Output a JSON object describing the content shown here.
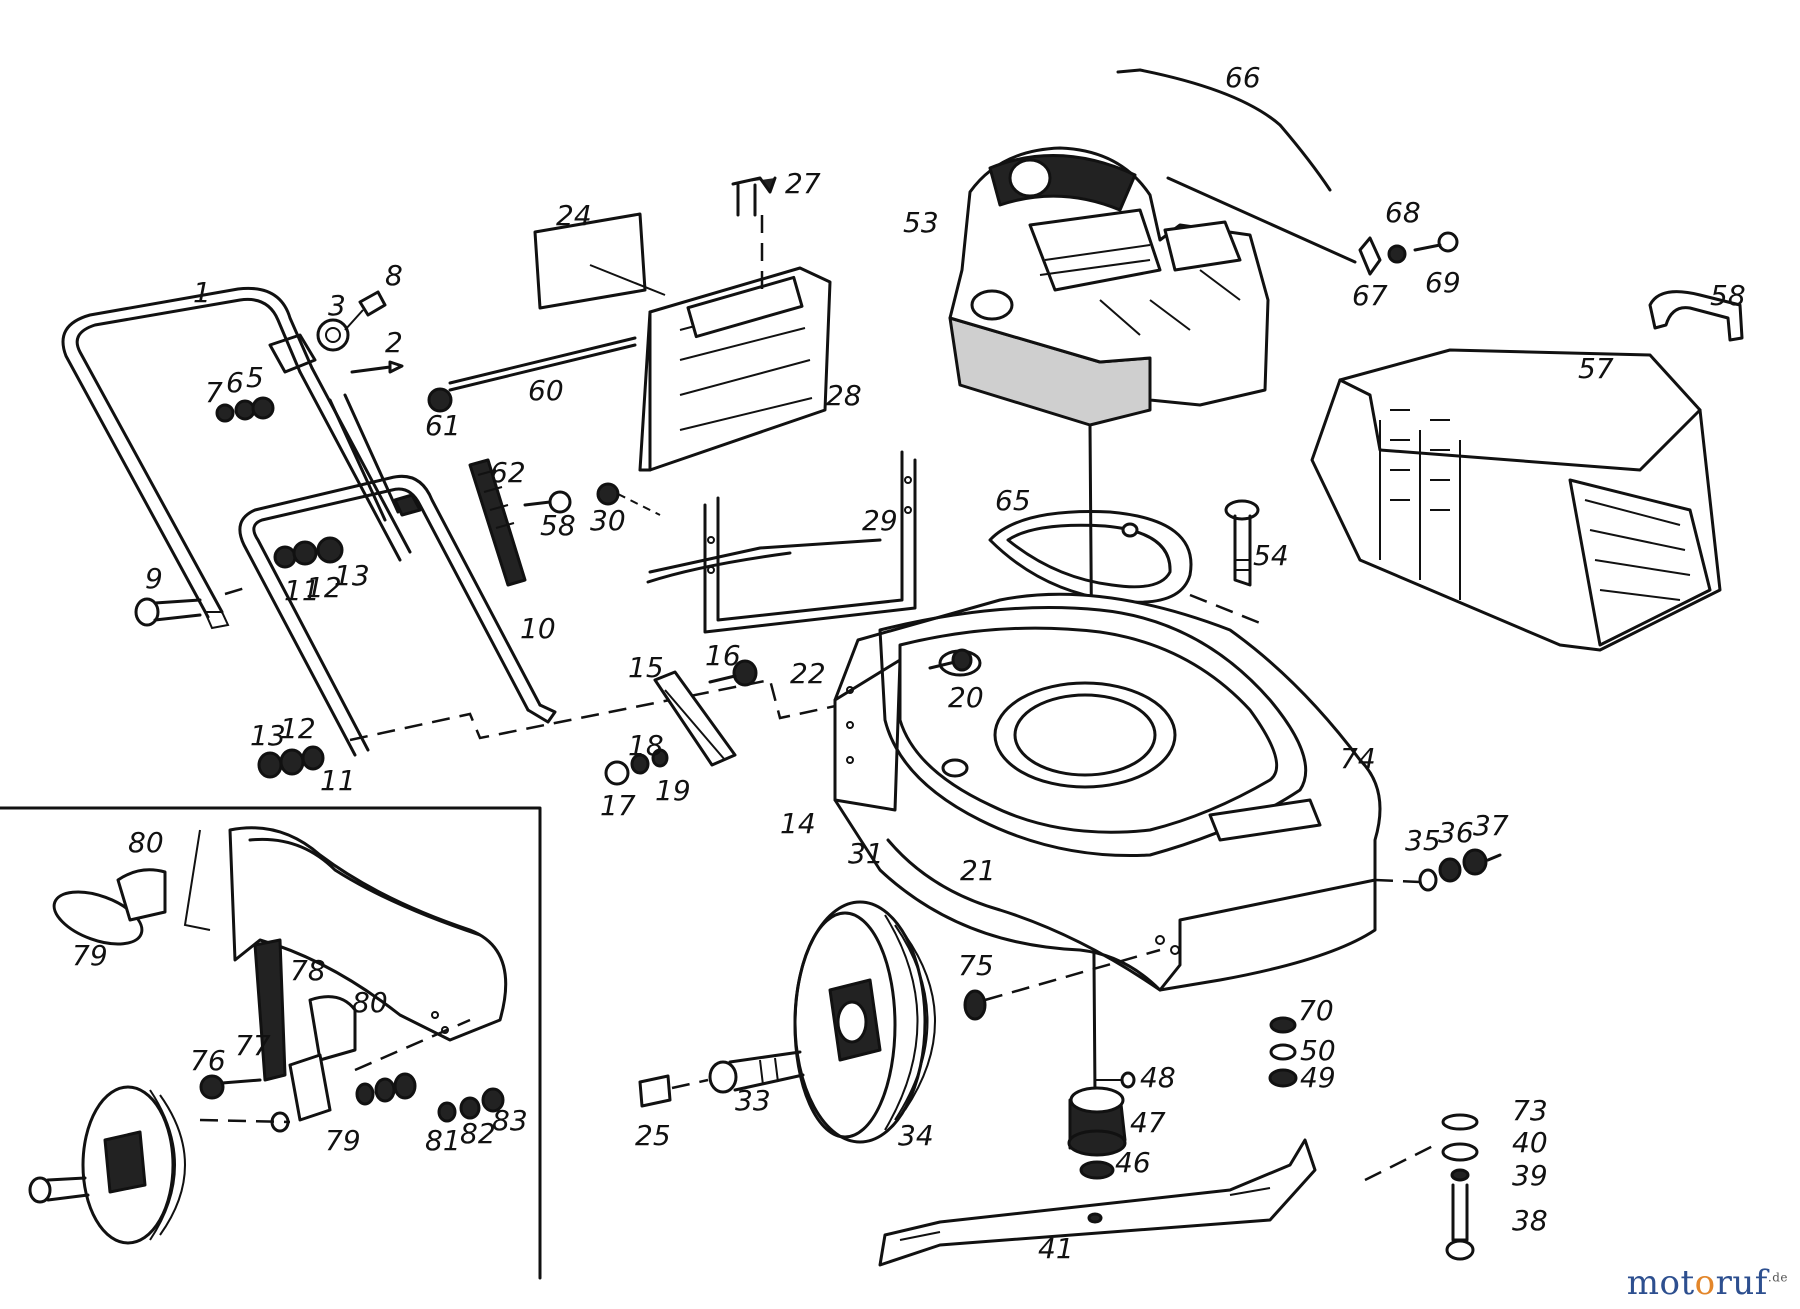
{
  "labels": [
    {
      "id": "1",
      "text": "1"
    },
    {
      "id": "2",
      "text": "2"
    },
    {
      "id": "3",
      "text": "3"
    },
    {
      "id": "5",
      "text": "5"
    },
    {
      "id": "6",
      "text": "6"
    },
    {
      "id": "7",
      "text": "7"
    },
    {
      "id": "8",
      "text": "8"
    },
    {
      "id": "9",
      "text": "9"
    },
    {
      "id": "10",
      "text": "10"
    },
    {
      "id": "11a",
      "text": "11"
    },
    {
      "id": "12a",
      "text": "12"
    },
    {
      "id": "13a",
      "text": "13"
    },
    {
      "id": "11b",
      "text": "11"
    },
    {
      "id": "12b",
      "text": "12"
    },
    {
      "id": "13b",
      "text": "13"
    },
    {
      "id": "14",
      "text": "14"
    },
    {
      "id": "15",
      "text": "15"
    },
    {
      "id": "16",
      "text": "16"
    },
    {
      "id": "17",
      "text": "17"
    },
    {
      "id": "18",
      "text": "18"
    },
    {
      "id": "19",
      "text": "19"
    },
    {
      "id": "20",
      "text": "20"
    },
    {
      "id": "21",
      "text": "21"
    },
    {
      "id": "22",
      "text": "22"
    },
    {
      "id": "24",
      "text": "24"
    },
    {
      "id": "25",
      "text": "25"
    },
    {
      "id": "27",
      "text": "27"
    },
    {
      "id": "28",
      "text": "28"
    },
    {
      "id": "29",
      "text": "29"
    },
    {
      "id": "30",
      "text": "30"
    },
    {
      "id": "31",
      "text": "31"
    },
    {
      "id": "33",
      "text": "33"
    },
    {
      "id": "34",
      "text": "34"
    },
    {
      "id": "35",
      "text": "35"
    },
    {
      "id": "36",
      "text": "36"
    },
    {
      "id": "37",
      "text": "37"
    },
    {
      "id": "38",
      "text": "38"
    },
    {
      "id": "39",
      "text": "39"
    },
    {
      "id": "40",
      "text": "40"
    },
    {
      "id": "41",
      "text": "41"
    },
    {
      "id": "46",
      "text": "46"
    },
    {
      "id": "47",
      "text": "47"
    },
    {
      "id": "48",
      "text": "48"
    },
    {
      "id": "49",
      "text": "49"
    },
    {
      "id": "50",
      "text": "50"
    },
    {
      "id": "53",
      "text": "53"
    },
    {
      "id": "54",
      "text": "54"
    },
    {
      "id": "57",
      "text": "57"
    },
    {
      "id": "58a",
      "text": "58"
    },
    {
      "id": "58b",
      "text": "58"
    },
    {
      "id": "60",
      "text": "60"
    },
    {
      "id": "61",
      "text": "61"
    },
    {
      "id": "62",
      "text": "62"
    },
    {
      "id": "65",
      "text": "65"
    },
    {
      "id": "66",
      "text": "66"
    },
    {
      "id": "67",
      "text": "67"
    },
    {
      "id": "68",
      "text": "68"
    },
    {
      "id": "69",
      "text": "69"
    },
    {
      "id": "70",
      "text": "70"
    },
    {
      "id": "73",
      "text": "73"
    },
    {
      "id": "74",
      "text": "74"
    },
    {
      "id": "75",
      "text": "75"
    },
    {
      "id": "76",
      "text": "76"
    },
    {
      "id": "77",
      "text": "77"
    },
    {
      "id": "78",
      "text": "78"
    },
    {
      "id": "79a",
      "text": "79"
    },
    {
      "id": "79b",
      "text": "79"
    },
    {
      "id": "80a",
      "text": "80"
    },
    {
      "id": "80b",
      "text": "80"
    },
    {
      "id": "81",
      "text": "81"
    },
    {
      "id": "82",
      "text": "82"
    },
    {
      "id": "83",
      "text": "83"
    }
  ],
  "watermark": {
    "text_a": "mot",
    "text_b": "o",
    "text_c": "ruf",
    "suffix": ".de"
  }
}
